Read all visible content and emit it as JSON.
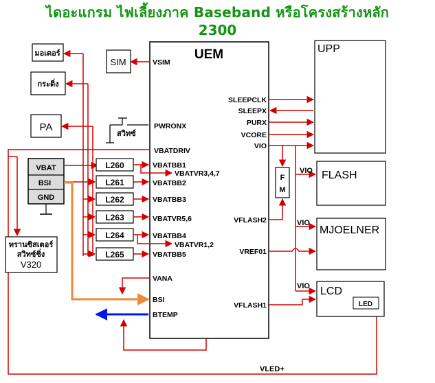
{
  "title_line1": "ไดอะแกรม ไฟเลี้ยงภาค Baseband หรือโครงสร้างหลัก",
  "title_line2": "2300",
  "uem": {
    "name": "UEM",
    "left_pins": [
      "VSIM",
      "PWRONX",
      "VBATDRIV",
      "VBATBB1",
      "VBATVR3,4,7",
      "VBATBB2",
      "VBATBB3",
      "VBATVR5,6",
      "VBATBB4",
      "VBATVR1,2",
      "VBATBB5",
      "VANA",
      "BSI",
      "BTEMP"
    ],
    "right_pins": [
      "SLEEPCLK",
      "SLEEPX",
      "PURX",
      "VCORE",
      "VIO",
      "VFLASH2",
      "VREF01",
      "VFLASH1"
    ]
  },
  "blocks": {
    "sim": "SIM",
    "motor": "มอเตอร์",
    "buzzer": "กระดิ่ง",
    "pa": "PA",
    "switch": "สวิทซ์",
    "transistor_line1": "ทรานซิสเตอร์",
    "transistor_line2": "สวิทซ์ชิ่ง",
    "transistor_line3": "V320",
    "battery": [
      "VBAT",
      "BSI",
      "GND"
    ],
    "fm_top": "F",
    "fm_bottom": "M",
    "upp": "UPP",
    "flash": "FLASH",
    "mjoelner": "MJOELNER",
    "lcd": "LCD",
    "led": "LED"
  },
  "inductors": [
    "L260",
    "L261",
    "L262",
    "L263",
    "L264",
    "L265"
  ],
  "net_labels": {
    "vio_flash": "VIO",
    "vio_mjoelner": "VIO",
    "vio_lcd": "VIO",
    "vled": "VLED+"
  },
  "colors": {
    "wire": "#d40000",
    "title": "#129512",
    "bsi_wire": "#f08a3a",
    "btemp_arrow": "#0018e8",
    "battery_fill": "#dcdcdc"
  }
}
